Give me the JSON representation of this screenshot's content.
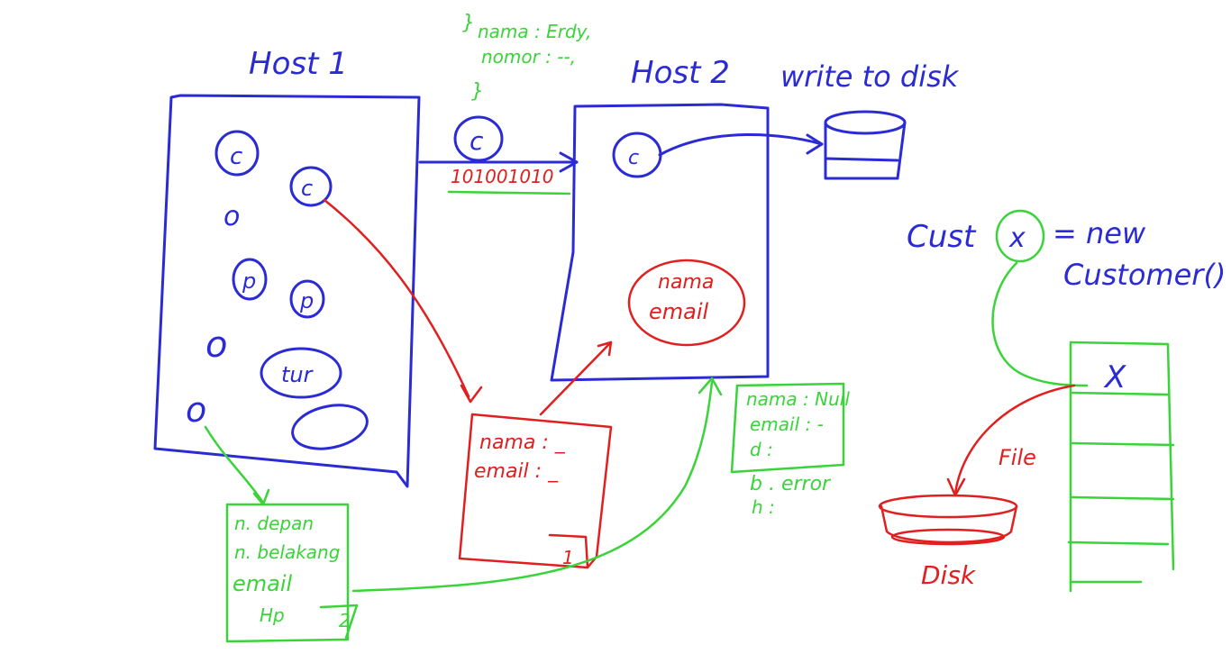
{
  "host1": {
    "title": "Host 1",
    "objects": [
      "c",
      "c",
      "o",
      "p",
      "p",
      "o",
      "o",
      "tur"
    ]
  },
  "host2": {
    "title": "Host 2",
    "object": "c",
    "record": {
      "line1": "nama",
      "line2": "email"
    }
  },
  "transfer": {
    "object": "c",
    "bits": "101001010",
    "json_note": {
      "open": "}",
      "line1": "nama : Erdy,",
      "line2": "nomor : --,",
      "close": "}"
    }
  },
  "disk_write": {
    "label": "write to disk"
  },
  "code": {
    "line1": "Cust",
    "var": "x",
    "line2": "= new",
    "line3": "Customer()"
  },
  "host1_record": {
    "fields": [
      "n. depan",
      "n. belakang",
      "email",
      "Hp"
    ],
    "page": "2"
  },
  "red_record": {
    "fields": [
      "nama : _",
      "email : _"
    ],
    "page": "1"
  },
  "host2_table": {
    "fields": [
      "nama : Null",
      "email : -",
      "d :",
      "b . error",
      "h :"
    ]
  },
  "file_stack": {
    "mark": "X",
    "label": "File"
  },
  "disk": {
    "label": "Disk"
  },
  "colors": {
    "blue": "#2b2bd6",
    "red": "#e02020",
    "green": "#3ad43a"
  }
}
